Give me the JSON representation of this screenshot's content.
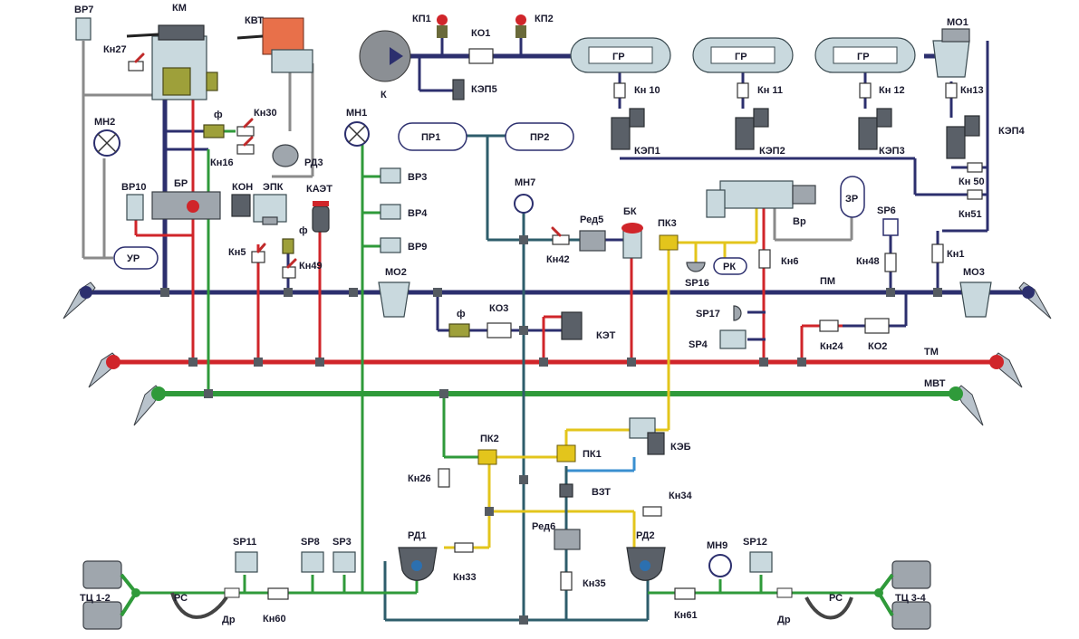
{
  "labels": {
    "km": "КМ",
    "kvt": "КВТ",
    "vr7": "ВР7",
    "kn27": "Кн27",
    "mn2": "МН2",
    "f1": "ф",
    "kn30": "Кн30",
    "kn16": "Кн16",
    "rd3": "РД3",
    "vr10": "ВР10",
    "br": "БР",
    "kon": "КОН",
    "epk": "ЭПК",
    "kaet": "КАЭТ",
    "ur": "УР",
    "kn5": "Кн5",
    "f2": "ф",
    "kn49": "Кн49",
    "mn1": "МН1",
    "vr3": "ВР3",
    "vr4": "ВР4",
    "vr9": "ВР9",
    "k": "К",
    "kp1": "КП1",
    "ko1": "КО1",
    "kp2": "КП2",
    "kep5": "КЭП5",
    "gr1": "ГР",
    "gr2": "ГР",
    "gr3": "ГР",
    "mo1": "МО1",
    "kn10": "Кн 10",
    "kn11": "Кн 11",
    "kn12": "Кн 12",
    "kn13": "Кн13",
    "kep1": "КЭП1",
    "kep2": "КЭП2",
    "kep3": "КЭП3",
    "kep4": "КЭП4",
    "kn50": "Кн 50",
    "kn51": "Кн51",
    "pr1": "ПР1",
    "pr2": "ПР2",
    "mn7": "МН7",
    "red5": "Ред5",
    "bk": "БК",
    "pk3": "ПК3",
    "kn42": "Кн42",
    "zr": "ЗР",
    "sp6": "SP6",
    "vr": "Вр",
    "kn6": "Кн6",
    "rk": "РК",
    "sp16": "SP16",
    "kn48": "Кн48",
    "kn1": "Кн1",
    "pm": "ПМ",
    "mo2": "МО2",
    "mo3": "МО3",
    "f3": "ф",
    "ko3": "КО3",
    "ket": "КЭТ",
    "sp17": "SP17",
    "sp4": "SP4",
    "kn24": "Кн24",
    "ko2": "КО2",
    "tm": "ТМ",
    "mvt": "МВТ",
    "pk2": "ПК2",
    "pk1": "ПК1",
    "keb": "КЭБ",
    "kn26": "Кн26",
    "vzt": "ВЗТ",
    "kn34": "Кн34",
    "red6": "Ред6",
    "kn35": "Кн35",
    "sp11": "SP11",
    "sp8": "SP8",
    "sp3": "SP3",
    "rd1": "РД1",
    "kn33": "Кн33",
    "rd2": "РД2",
    "mn9": "МН9",
    "sp12": "SP12",
    "tc12": "ТЦ 1-2",
    "rs1": "РС",
    "dr1": "Др",
    "kn60": "Кн60",
    "kn61": "Кн61",
    "dr2": "Др",
    "rs2": "РС",
    "tc34": "ТЦ 3-4"
  },
  "colors": {
    "pm_line": "#2c2f6e",
    "tm_line": "#d0252a",
    "mvt_line": "#2f9a3a",
    "control_line": "#e3c51c"
  }
}
